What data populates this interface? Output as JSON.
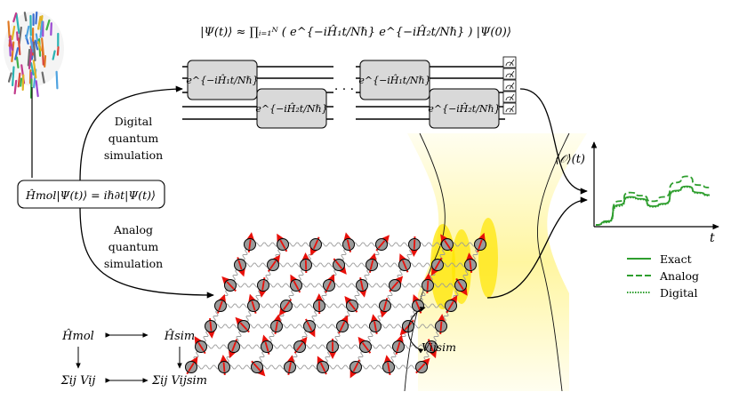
{
  "top_formula": "|Ψ(t)⟩ ≈ ∏ᵢ₌₁ᴺ ( e^{−iĤ₁t/Nℏ} e^{−iĤ₂t/Nℏ} ) |Ψ(0)⟩",
  "gate_h1": "e^{−iĤ₁t/Nℏ}",
  "gate_h2": "e^{−iĤ₂t/Nℏ}",
  "circuit_dots": "· · ·",
  "digital_label": [
    "Digital",
    "quantum",
    "simulation"
  ],
  "analog_label": [
    "Analog",
    "quantum",
    "simulation"
  ],
  "schrodinger": "Ĥmol|Ψ(t)⟩ = iℏ∂t|Ψ(t)⟩",
  "plot": {
    "ylabel": "⟨𝒪⟩(t)",
    "xlabel": "t",
    "color": "#2e9e2e"
  },
  "legend": [
    "Exact",
    "Analog",
    "Digital"
  ],
  "mapping": {
    "h_mol": "Ĥmol",
    "h_sim": "Ĥsim",
    "sum_v": "Σij Vij",
    "sum_vsim": "Σij Vijsim"
  },
  "coupling_label": "Vijsim",
  "colors": {
    "laser": "#ffee00",
    "spin_arrow": "#e8100a",
    "atom": "#9a9a9a",
    "gate_fill": "#d9d9d9"
  },
  "chart_data": {
    "type": "line",
    "title": "",
    "xlabel": "t",
    "ylabel": "⟨𝒪⟩(t)",
    "x": [
      0,
      0.1,
      0.2,
      0.3,
      0.4,
      0.5,
      0.6,
      0.7,
      0.8,
      0.9,
      1.0
    ],
    "series": [
      {
        "name": "Exact",
        "values": [
          0.0,
          0.05,
          0.32,
          0.45,
          0.42,
          0.3,
          0.34,
          0.55,
          0.62,
          0.52,
          0.48
        ]
      },
      {
        "name": "Analog",
        "values": [
          0.0,
          0.06,
          0.38,
          0.52,
          0.47,
          0.38,
          0.45,
          0.68,
          0.78,
          0.64,
          0.6
        ]
      },
      {
        "name": "Digital",
        "values": [
          0.0,
          0.04,
          0.3,
          0.44,
          0.41,
          0.29,
          0.33,
          0.54,
          0.61,
          0.51,
          0.47
        ]
      }
    ],
    "legend_position": "bottom"
  }
}
